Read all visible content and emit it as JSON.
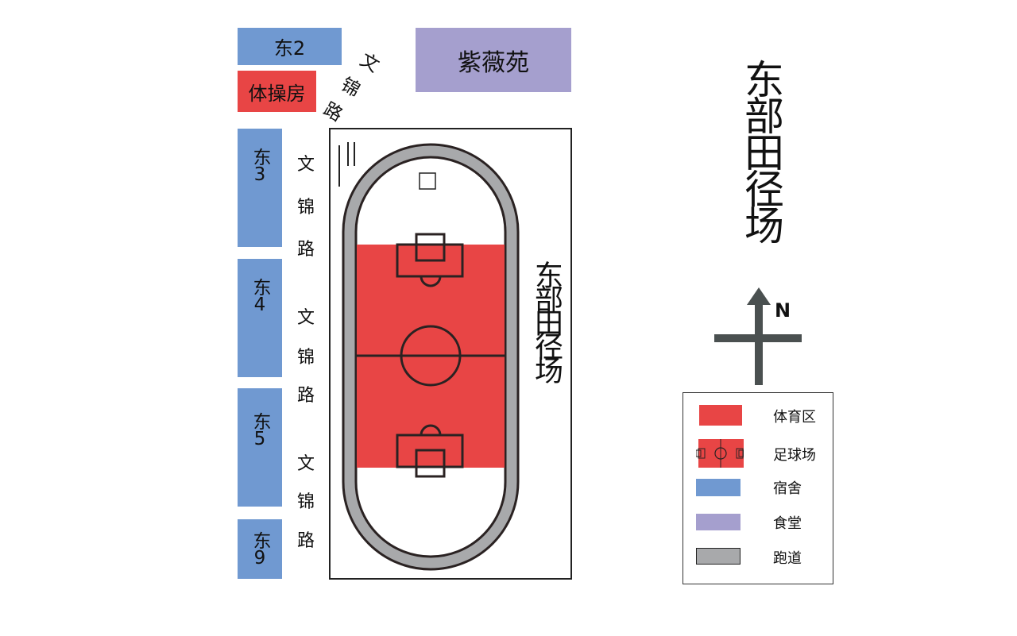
{
  "colors": {
    "sports": "#e84545",
    "dorm": "#7099d1",
    "canteen": "#a59fce",
    "track": "#a8a9ab",
    "compass": "#4a5050"
  },
  "buildings": {
    "dong2": "东2",
    "gym": "体操房",
    "canteen": "紫薇苑",
    "dong3": "东3",
    "dong4": "东4",
    "dong5": "东5",
    "dong9": "东9"
  },
  "road": {
    "diagonal": [
      "文",
      "锦",
      "路"
    ],
    "vertical": [
      "文",
      "锦",
      "路"
    ]
  },
  "field_label": "东部田径场",
  "title": "东部田径场",
  "compass": {
    "north": "N"
  },
  "legend": [
    {
      "label": "体育区",
      "swatch": "sports-area"
    },
    {
      "label": "足球场",
      "swatch": "football-field"
    },
    {
      "label": "宿舍",
      "swatch": "dorm"
    },
    {
      "label": "食堂",
      "swatch": "canteen"
    },
    {
      "label": "跑道",
      "swatch": "track"
    }
  ]
}
